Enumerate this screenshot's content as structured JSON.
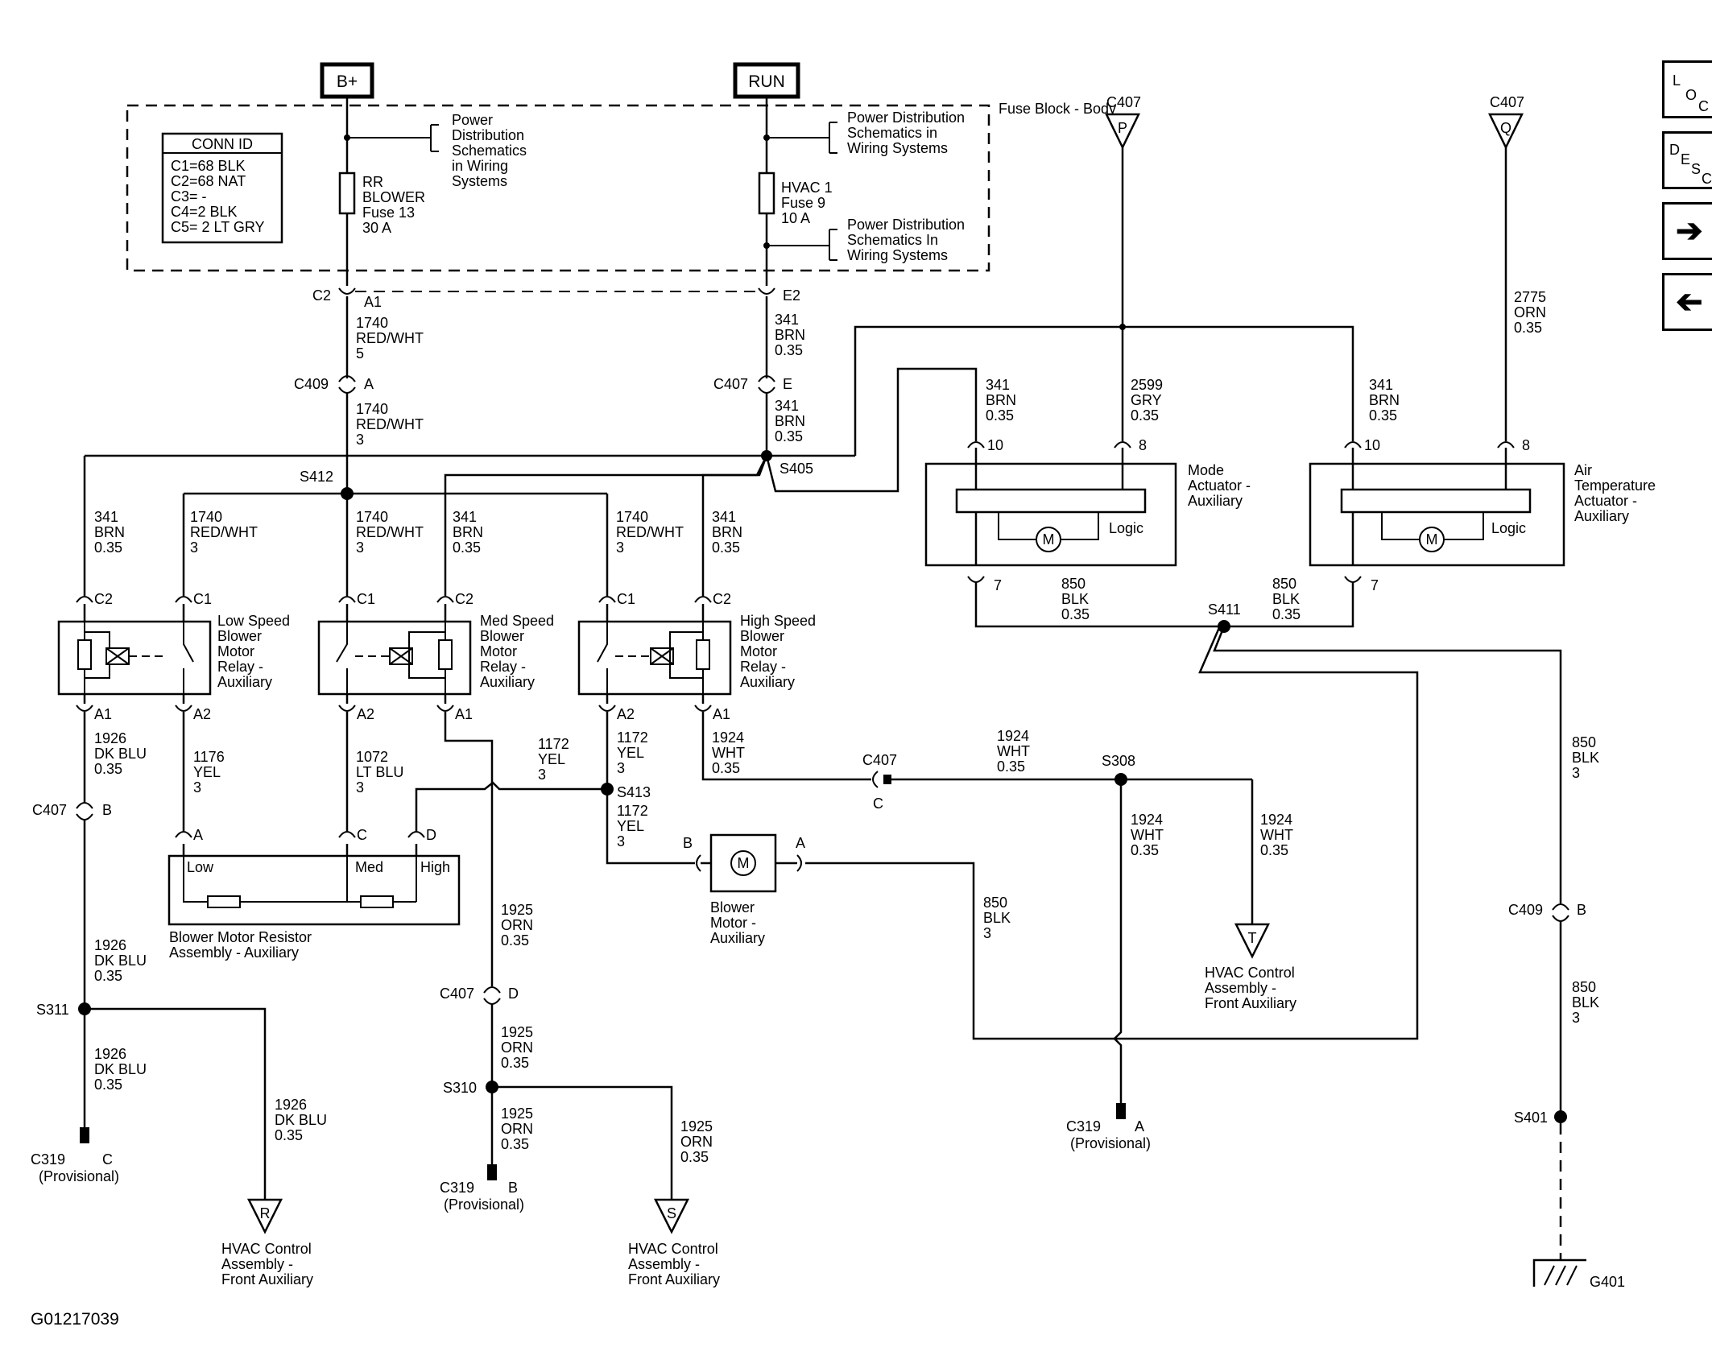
{
  "figure_id": "G01217039",
  "fuse_block": {
    "label_b": "B+",
    "label_run": "RUN",
    "title": "Fuse Block - Body",
    "conn_id": {
      "title": "CONN ID",
      "lines": [
        "C1=68 BLK",
        "C2=68 NAT",
        "C3= -",
        "C4=2 BLK",
        "C5= 2 LT GRY"
      ]
    },
    "fuse_rr": [
      "RR",
      "BLOWER",
      "Fuse 13",
      "30 A"
    ],
    "fuse_hvac": [
      "HVAC 1",
      "Fuse 9",
      "10 A"
    ],
    "pd_left": [
      "Power",
      "Distribution",
      "Schematics",
      "in Wiring",
      "Systems"
    ],
    "pd_right_top": [
      "Power Distribution",
      "Schematics in",
      "Wiring Systems"
    ],
    "pd_right_bottom": [
      "Power Distribution",
      "Schematics In",
      "Wiring Systems"
    ]
  },
  "connectors": {
    "c2": "C2",
    "a1": "A1",
    "e2": "E2",
    "c409": "C409",
    "c409_a": "A",
    "c407": "C407",
    "c407_e": "E",
    "c407_p": "C407",
    "p": "P",
    "c407_q": "C407",
    "q": "Q",
    "c407_b": "C407",
    "b": "B",
    "c407_c": "C407",
    "c": "C",
    "c407_d": "C407",
    "d": "D",
    "c409_b": "C409",
    "c409_bb": "B",
    "c319_c": "C319",
    "c319_c_pin": "C",
    "c319_b": "C319",
    "c319_b_pin": "B",
    "c319_a": "C319",
    "c319_a_pin": "A",
    "provisional": "(Provisional)"
  },
  "splices": {
    "s412": "S412",
    "s405": "S405",
    "s411": "S411",
    "s413": "S413",
    "s308": "S308",
    "s311": "S311",
    "s310": "S310",
    "s401": "S401"
  },
  "wires": {
    "w1740_5": [
      "1740",
      "RED/WHT",
      "5"
    ],
    "w1740_3": [
      "1740",
      "RED/WHT",
      "3"
    ],
    "w341": [
      "341",
      "BRN",
      "0.35"
    ],
    "w2599": [
      "2599",
      "GRY",
      "0.35"
    ],
    "w2775": [
      "2775",
      "ORN",
      "0.35"
    ],
    "w850_035": [
      "850",
      "BLK",
      "0.35"
    ],
    "w850_3": [
      "850",
      "BLK",
      "3"
    ],
    "w1926": [
      "1926",
      "DK BLU",
      "0.35"
    ],
    "w1176": [
      "1176",
      "YEL",
      "3"
    ],
    "w1072": [
      "1072",
      "LT BLU",
      "3"
    ],
    "w1172": [
      "1172",
      "YEL",
      "3"
    ],
    "w1924": [
      "1924",
      "WHT",
      "0.35"
    ],
    "w1925": [
      "1925",
      "ORN",
      "0.35"
    ]
  },
  "relays": {
    "low": [
      "Low Speed",
      "Blower",
      "Motor",
      "Relay -",
      "Auxiliary"
    ],
    "med": [
      "Med Speed",
      "Blower",
      "Motor",
      "Relay -",
      "Auxiliary"
    ],
    "high": [
      "High Speed",
      "Blower",
      "Motor",
      "Relay -",
      "Auxiliary"
    ],
    "pins": {
      "c1": "C1",
      "c2": "C2",
      "a1": "A1",
      "a2": "A2"
    }
  },
  "actuators": {
    "mode": [
      "Mode",
      "Actuator -",
      "Auxiliary"
    ],
    "air": [
      "Air",
      "Temperature",
      "Actuator -",
      "Auxiliary"
    ],
    "logic": "Logic",
    "m": "M",
    "pin10": "10",
    "pin8": "8",
    "pin7": "7"
  },
  "resistor": {
    "low": "Low",
    "med": "Med",
    "high": "High",
    "pin_a": "A",
    "pin_c": "C",
    "pin_d": "D",
    "name": [
      "Blower Motor Resistor",
      "Assembly - Auxiliary"
    ]
  },
  "motor": {
    "m": "M",
    "pin_b": "B",
    "pin_a": "A",
    "name": [
      "Blower",
      "Motor -",
      "Auxiliary"
    ]
  },
  "hvac_refs": {
    "r": "R",
    "s": "S",
    "t": "T",
    "r_name": [
      "HVAC Control",
      "Assembly -",
      "Front Auxiliary"
    ],
    "s_name": [
      "HVAC Control",
      "Assembly -",
      "Front Auxiliary"
    ],
    "t_name": [
      "HVAC Control",
      "Assembly -",
      "Front Auxiliary"
    ]
  },
  "ground": "G401",
  "nav": {
    "loc": [
      "L",
      "O",
      "C"
    ],
    "desc": [
      "D",
      "E",
      "S",
      "C"
    ],
    "next_icon": "arrow-right",
    "prev_icon": "arrow-left"
  }
}
